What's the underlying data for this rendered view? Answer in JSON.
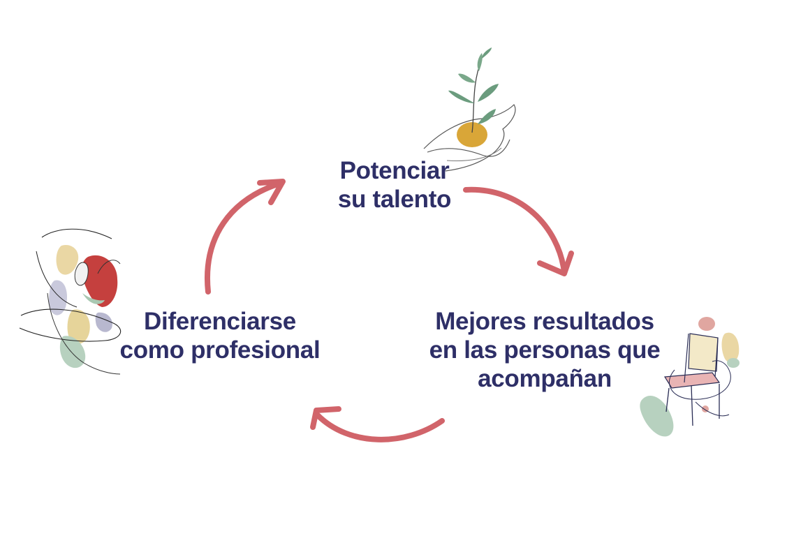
{
  "diagram": {
    "type": "cycle",
    "direction": "clockwise",
    "nodes": [
      {
        "id": "top",
        "lines": [
          "Potenciar",
          "su talento"
        ],
        "illustration": "hand-holding-sprout"
      },
      {
        "id": "right",
        "lines": [
          "Mejores resultados",
          "en las personas que",
          "acompañan"
        ],
        "illustration": "chair"
      },
      {
        "id": "left",
        "lines": [
          "Diferenciarse",
          "como profesional"
        ],
        "illustration": "woman-with-red-hair"
      }
    ],
    "edges": [
      {
        "from": "top",
        "to": "right"
      },
      {
        "from": "right",
        "to": "left"
      },
      {
        "from": "left",
        "to": "top"
      }
    ]
  },
  "colors": {
    "text": "#2e2f67",
    "arrow": "#d1646a",
    "leaf": "#6b9c7e",
    "seed": "#d9a638",
    "red": "#c5403e",
    "line": "#2a2d55"
  }
}
